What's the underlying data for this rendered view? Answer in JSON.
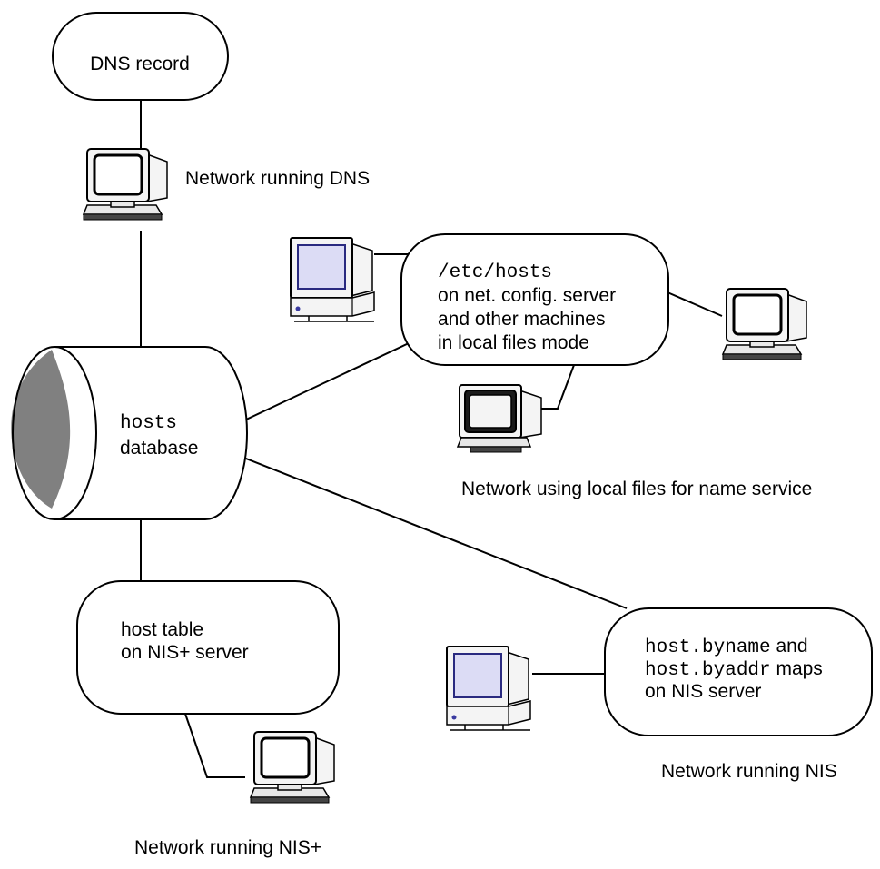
{
  "dns_record": {
    "label": "DNS record"
  },
  "dns_network": {
    "caption": "Network running DNS"
  },
  "hosts_database": {
    "name": "hosts",
    "label": "database"
  },
  "local_files": {
    "path": "/etc/hosts",
    "line2": "on net. config. server",
    "line3": "and other machines",
    "line4": "in local files mode",
    "caption": "Network using local files for name service"
  },
  "nisplus": {
    "line1": "host table",
    "line2": "on NIS+ server",
    "caption": "Network running NIS+"
  },
  "nis": {
    "map1": "host.byname",
    "and": " and",
    "map2": "host.byaddr",
    "maps": " maps",
    "line3": "on NIS server",
    "caption": "Network running NIS"
  },
  "colors": {
    "screen_tint": "#dcdcf5",
    "screen_border": "#2a2a80",
    "leaf_gray": "#808080",
    "line": "#000000"
  },
  "icons": [
    "computer-icon",
    "hosts-database-cylinder"
  ]
}
